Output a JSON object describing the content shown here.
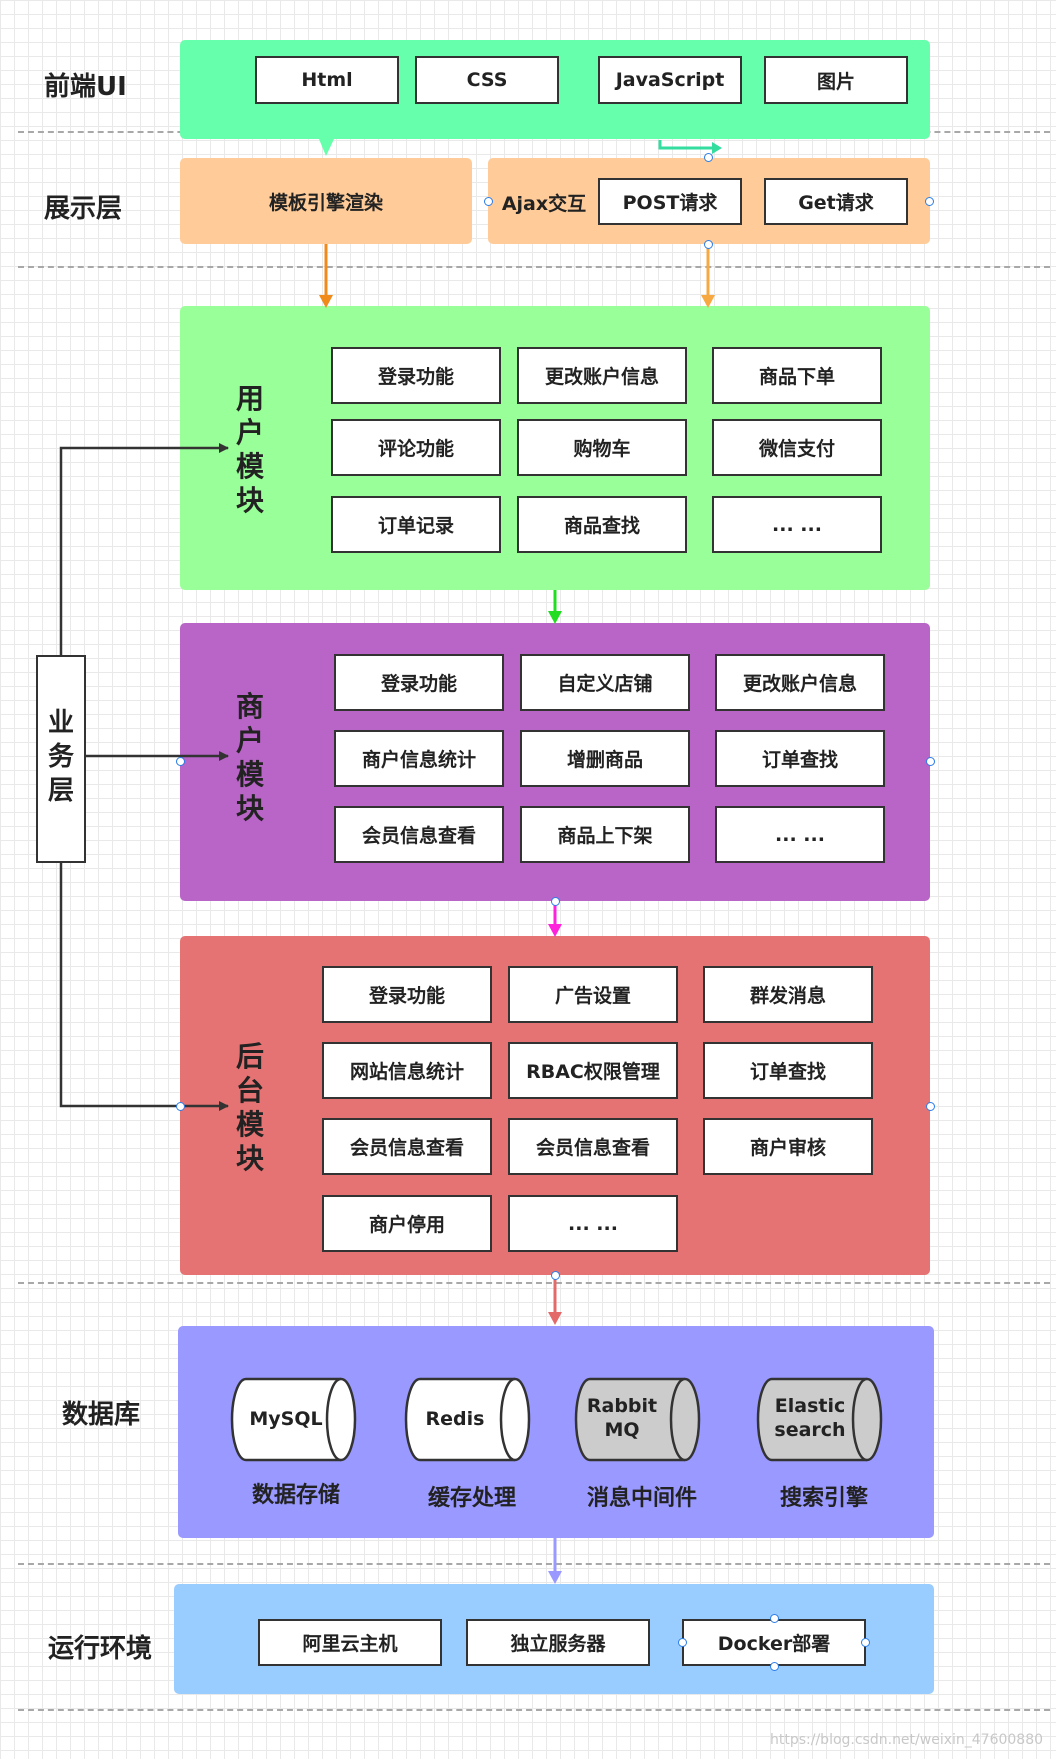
{
  "layers": {
    "frontend": "前端UI",
    "presentation": "展示层",
    "business": "业\n务\n层",
    "database": "数据库",
    "runtime": "运行环境"
  },
  "frontend_items": [
    "Html",
    "CSS",
    "JavaScript",
    "图片"
  ],
  "presentation": {
    "template": "模板引擎渲染",
    "ajax": "Ajax交互",
    "post": "POST请求",
    "get": "Get请求"
  },
  "user_module": {
    "title": "用\n户\n模\n块",
    "items": [
      "登录功能",
      "更改账户信息",
      "商品下单",
      "评论功能",
      "购物车",
      "微信支付",
      "订单记录",
      "商品查找",
      "... ..."
    ]
  },
  "merchant_module": {
    "title": "商\n户\n模\n块",
    "items": [
      "登录功能",
      "自定义店铺",
      "更改账户信息",
      "商户信息统计",
      "增删商品",
      "订单查找",
      "会员信息查看",
      "商品上下架",
      "... ..."
    ]
  },
  "admin_module": {
    "title": "后\n台\n模\n块",
    "items": [
      "登录功能",
      "广告设置",
      "群发消息",
      "网站信息统计",
      "RBAC权限管理",
      "订单查找",
      "会员信息查看",
      "会员信息查看",
      "商户审核",
      "商户停用",
      "... ..."
    ]
  },
  "database": {
    "items": [
      {
        "name": "MySQL",
        "caption": "数据存储"
      },
      {
        "name": "Redis",
        "caption": "缓存处理"
      },
      {
        "name": "Rabbit\nMQ",
        "caption": "消息中间件"
      },
      {
        "name": "Elastic\nsearch",
        "caption": "搜索引擎"
      }
    ]
  },
  "runtime": {
    "items": [
      "阿里云主机",
      "独立服务器",
      "Docker部署"
    ]
  },
  "watermark": "https://blog.csdn.net/weixin_47600880",
  "colors": {
    "frontend": "#66ffab",
    "presentation": "#ffcc99",
    "user": "#99ff99",
    "merchant": "#b865c7",
    "admin": "#e67373",
    "database": "#9999ff",
    "runtime": "#99ccff",
    "arrow_orange": "#f08a1a",
    "arrow_green": "#22dd22",
    "arrow_magenta": "#ff22dd",
    "arrow_red": "#e46a6a",
    "arrow_purple": "#9999ff",
    "arrow_teal": "#33dda0"
  }
}
